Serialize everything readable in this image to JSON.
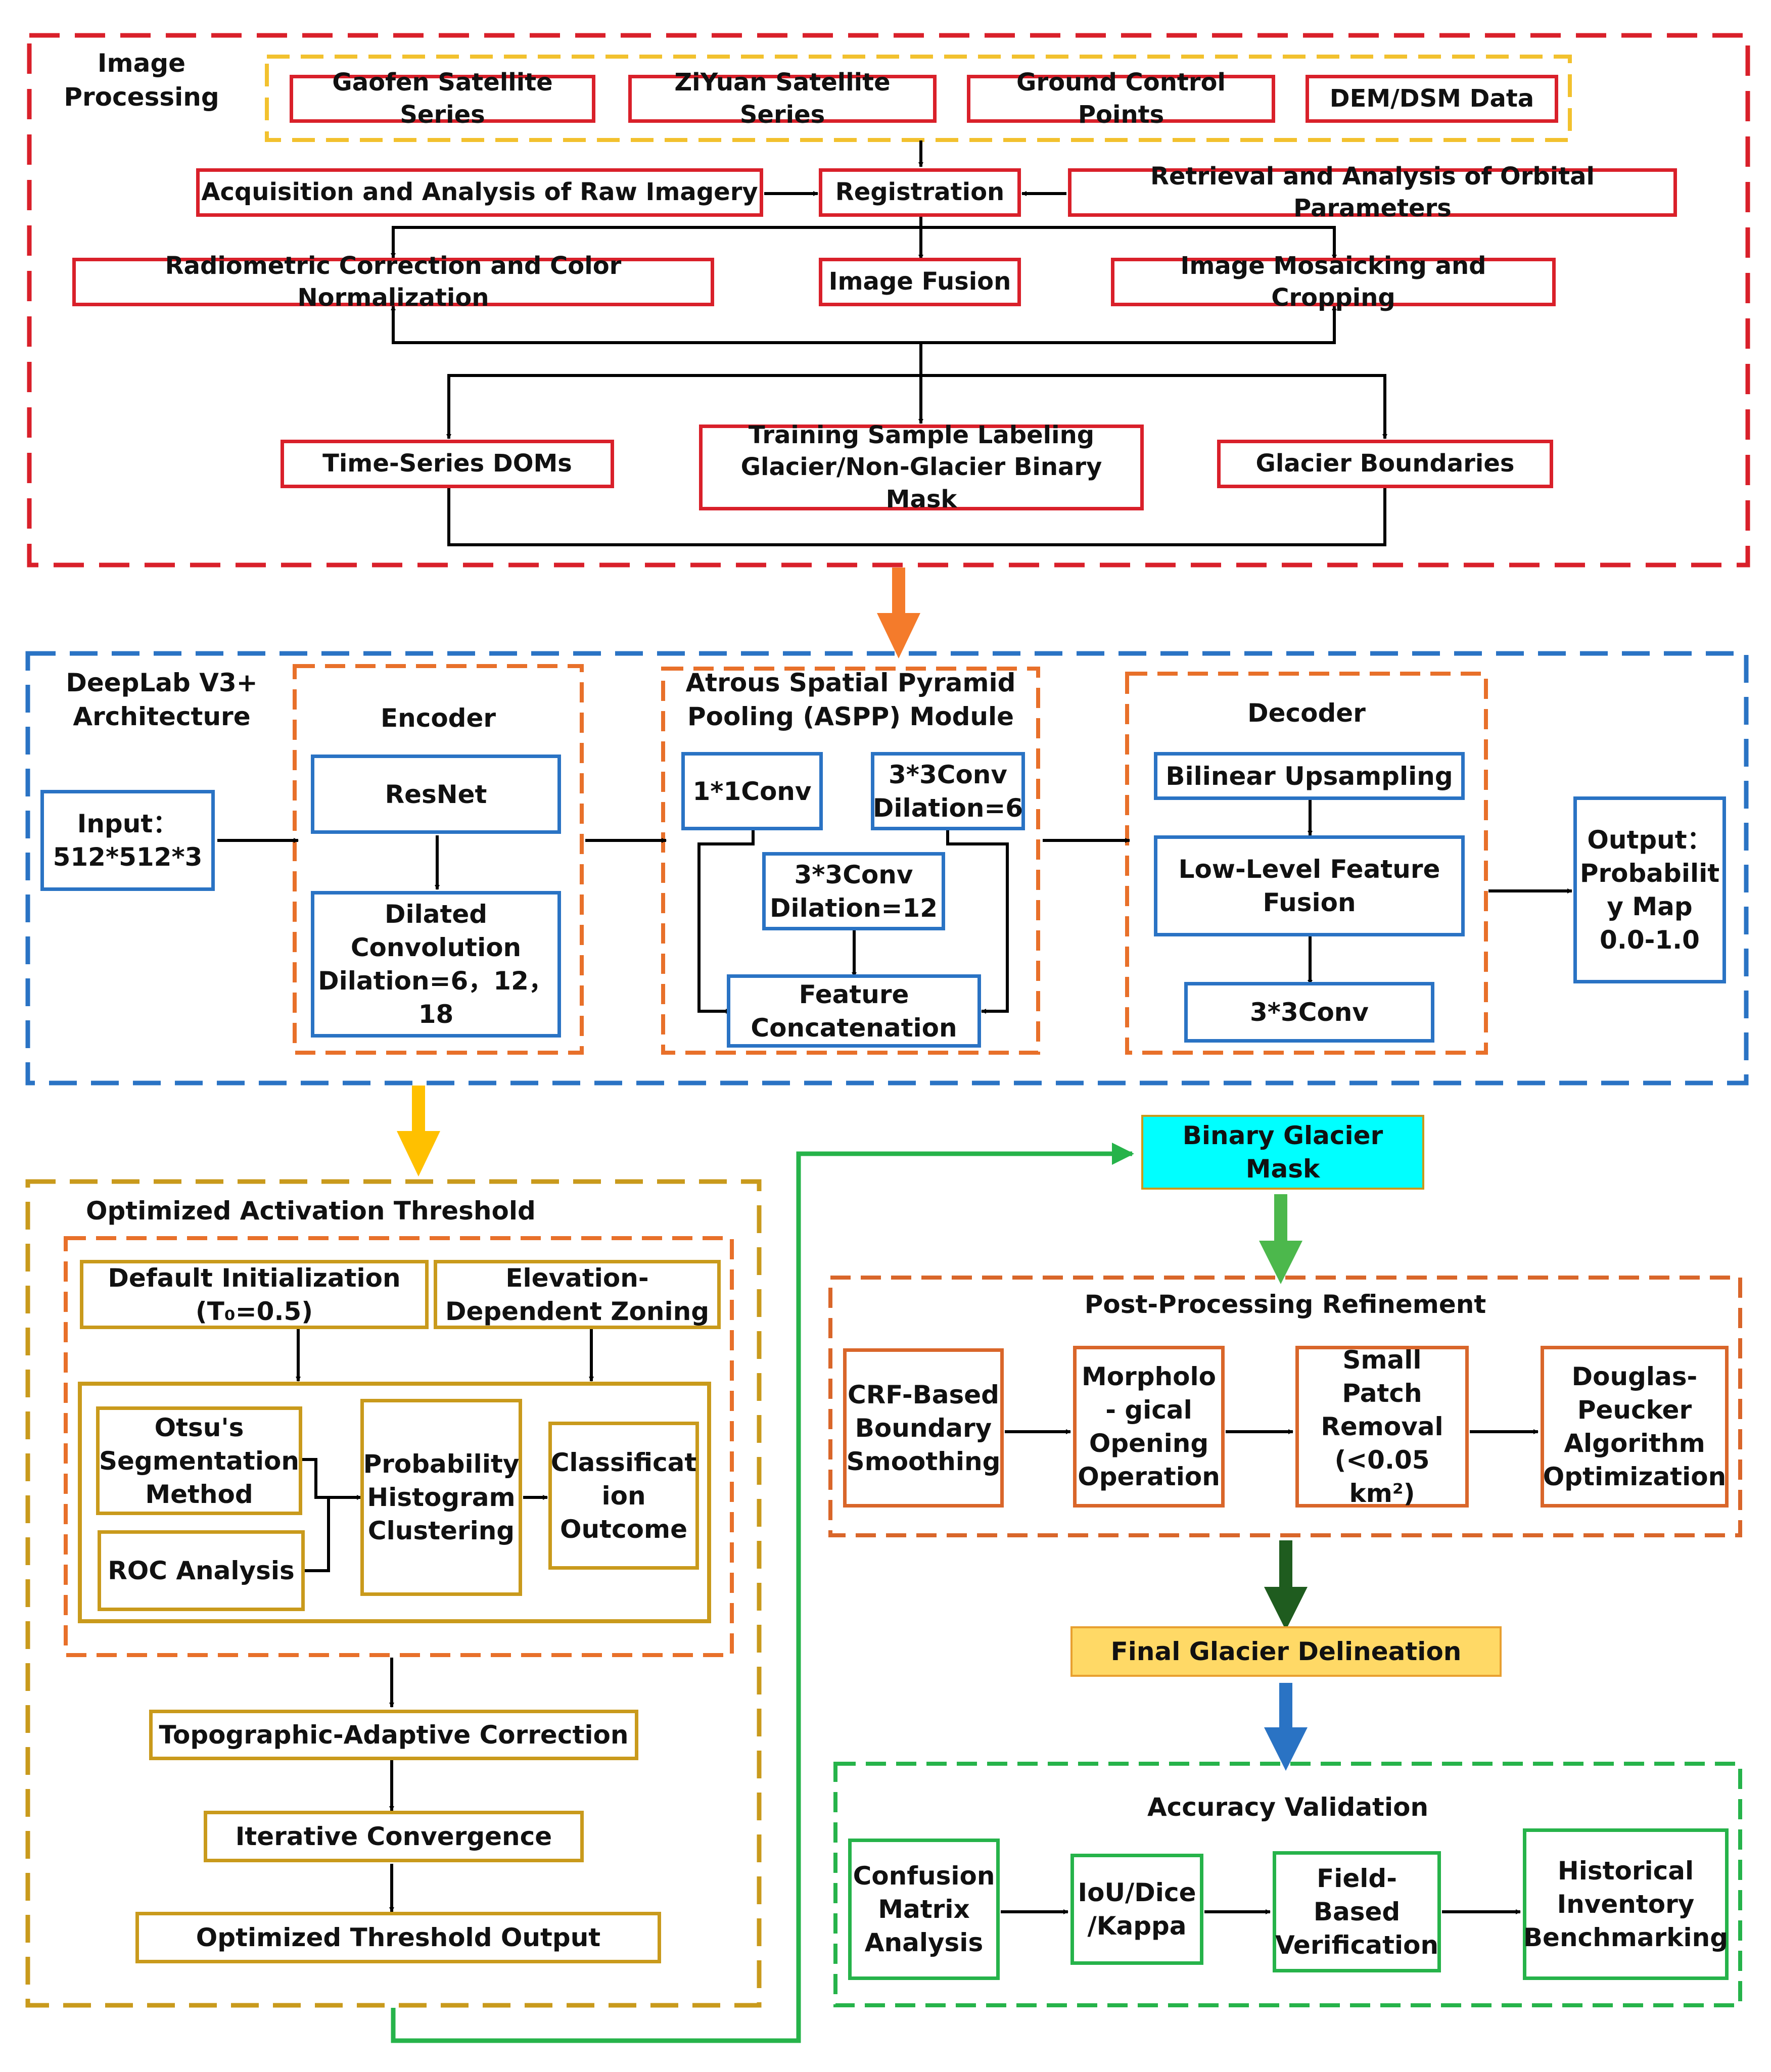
{
  "sections": {
    "image_processing": "Image\nProcessing",
    "deeplab": "DeepLab V3+\nArchitecture",
    "encoder": "Encoder",
    "aspp": "Atrous Spatial Pyramid\nPooling (ASPP) Module",
    "decoder": "Decoder",
    "threshold": "Optimized Activation Threshold",
    "post": "Post-Processing Refinement",
    "validation": "Accuracy Validation"
  },
  "inputs": {
    "gaofen": "Gaofen Satellite Series",
    "ziyuan": "ZiYuan Satellite Series",
    "gcp": "Ground Control Points",
    "dem": "DEM/DSM Data"
  },
  "processing": {
    "raw": "Acquisition and Analysis of Raw Imagery",
    "registration": "Registration",
    "orbital": "Retrieval and Analysis of Orbital Parameters",
    "radiometric": "Radiometric Correction and Color Normalization",
    "fusion": "Image Fusion",
    "mosaic": "Image Mosaicking and Cropping",
    "doms": "Time-Series DOMs",
    "labeling": "Training Sample Labeling\nGlacier/Non-Glacier Binary Mask",
    "boundaries": "Glacier Boundaries"
  },
  "model": {
    "input": "Input：\n512*512*3",
    "resnet": "ResNet",
    "dilated": "Dilated\nConvolution\nDilation=6，12，\n18",
    "conv1": "1*1Conv",
    "conv3_6": "3*3Conv\nDilation=6",
    "conv3_12": "3*3Conv\nDilation=12",
    "concat": "Feature\nConcatenation",
    "upsampling": "Bilinear Upsampling",
    "lowlevel": "Low-Level Feature\nFusion",
    "conv3": "3*3Conv",
    "output": "Output：\nProbabilit\ny Map\n0.0-1.0"
  },
  "threshold": {
    "default_init": "Default Initialization\n(T₀=0.5)",
    "elevation": "Elevation-\nDependent Zoning",
    "otsu": "Otsu's\nSegmentation\nMethod",
    "roc": "ROC Analysis",
    "histogram": "Probability\nHistogram\nClustering",
    "classification": "Classificat\nion\nOutcome",
    "topo": "Topographic-Adaptive Correction",
    "iterative": "Iterative Convergence",
    "optimized": "Optimized Threshold Output"
  },
  "mask": {
    "binary": "Binary Glacier Mask",
    "final": "Final Glacier Delineation"
  },
  "post": {
    "crf": "CRF-Based\nBoundary\nSmoothing",
    "morph": "Morpholo\n- gical\nOpening\nOperation",
    "small": "Small Patch\nRemoval\n(<0.05 km²)",
    "douglas": "Douglas-\nPeucker\nAlgorithm\nOptimization"
  },
  "validation": {
    "confusion": "Confusion\nMatrix\nAnalysis",
    "iou": "IoU/Dice\n/Kappa",
    "field": "Field-Based\nVerification",
    "historical": "Historical\nInventory\nBenchmarking"
  },
  "colors": {
    "red": "#d9202a",
    "yellow": "#f2c12e",
    "blue": "#2a73c4",
    "orange": "#e8702a",
    "gold": "#c99a1c",
    "green": "#26b34a",
    "cyan": "#00ffff",
    "final_fill": "#ffd966",
    "dark_green": "#1f5c1f"
  }
}
